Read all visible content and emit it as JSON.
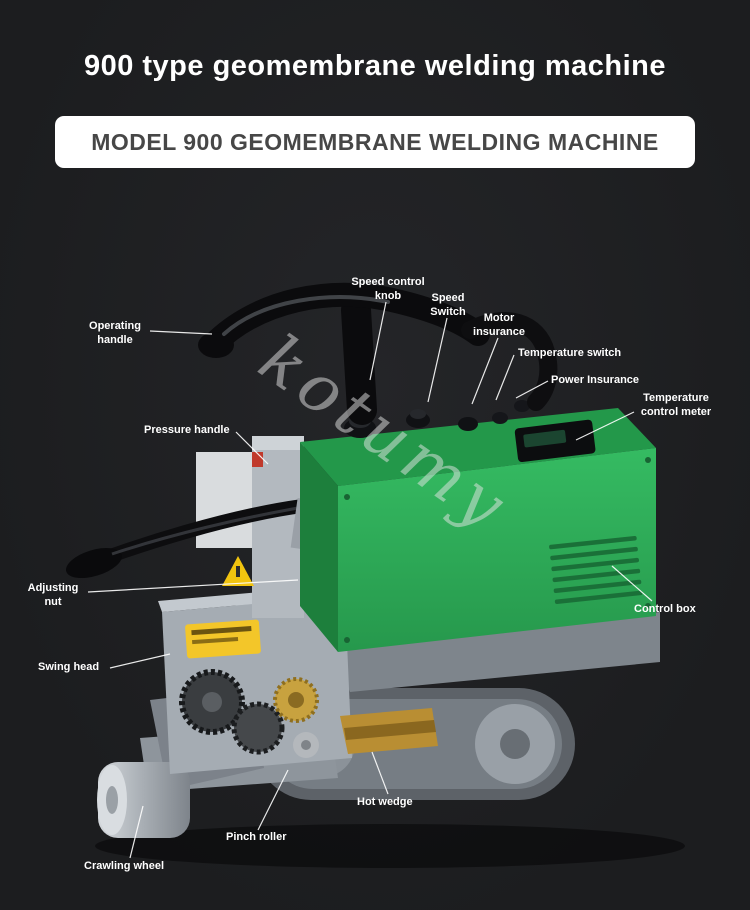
{
  "header": {
    "title": "900 type geomembrane welding machine",
    "subtitle": "MODEL 900 GEOMEMBRANE WELDING MACHINE"
  },
  "watermark": "kotumy",
  "labels": [
    {
      "id": "speed-control-knob",
      "text": "Speed control knob"
    },
    {
      "id": "speed-switch",
      "text": "Speed Switch"
    },
    {
      "id": "motor-insurance",
      "text": "Motor insurance"
    },
    {
      "id": "operating-handle",
      "text": "Operating handle"
    },
    {
      "id": "temperature-switch",
      "text": "Temperature switch"
    },
    {
      "id": "power-insurance",
      "text": "Power Insurance"
    },
    {
      "id": "temperature-control-meter",
      "text": "Temperature control meter"
    },
    {
      "id": "pressure-handle",
      "text": "Pressure handle"
    },
    {
      "id": "control-box",
      "text": "Control box"
    },
    {
      "id": "adjusting-nut",
      "text": "Adjusting nut"
    },
    {
      "id": "swing-head",
      "text": "Swing head"
    },
    {
      "id": "hot-wedge",
      "text": "Hot wedge"
    },
    {
      "id": "pinch-roller",
      "text": "Pinch roller"
    },
    {
      "id": "crawling-wheel",
      "text": "Crawling wheel"
    }
  ],
  "colors": {
    "background": "#1c1d1f",
    "banner": "#ffffff",
    "title_text": "#ffffff",
    "machine_green": "#2eb15a",
    "label_text": "#ffffff"
  }
}
